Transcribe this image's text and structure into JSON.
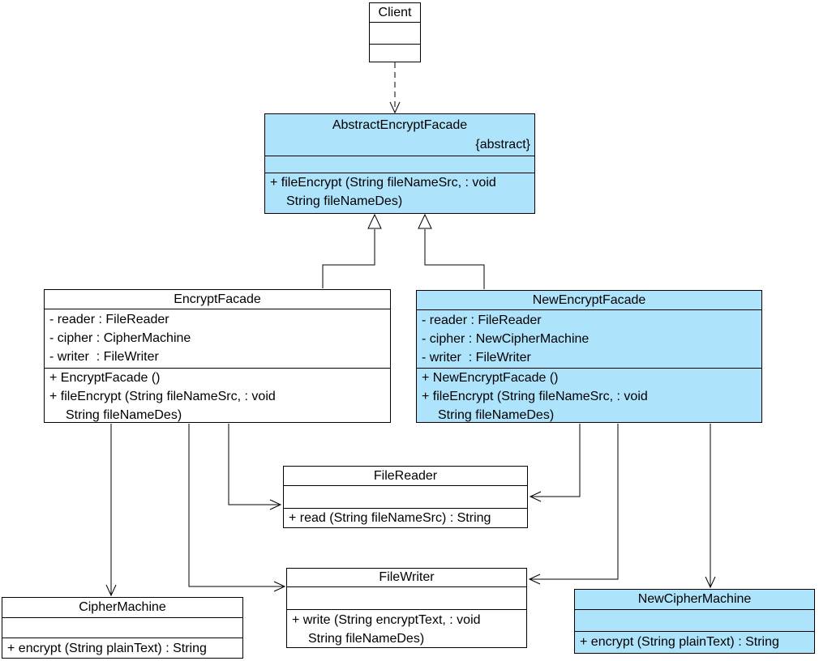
{
  "diagram": {
    "kind": "uml-class-diagram",
    "colors": {
      "class_fill_highlight": "#aee3fc",
      "class_fill_default": "#ffffff",
      "border": "#000000",
      "background": "#ffffff"
    }
  },
  "classes": {
    "client": {
      "name": "Client",
      "attributes": [],
      "methods": []
    },
    "abstractEncryptFacade": {
      "name": "AbstractEncryptFacade",
      "stereotype": "{abstract}",
      "attributes": [],
      "methods": [
        "+ fileEncrypt (String fileNameSrc, : void",
        "String fileNameDes)"
      ]
    },
    "encryptFacade": {
      "name": "EncryptFacade",
      "attributes": [
        "- reader : FileReader",
        "- cipher : CipherMachine",
        "- writer  : FileWriter"
      ],
      "methods": [
        "+ EncryptFacade ()",
        "+ fileEncrypt (String fileNameSrc, : void",
        "String fileNameDes)"
      ]
    },
    "newEncryptFacade": {
      "name": "NewEncryptFacade",
      "attributes": [
        "- reader : FileReader",
        "- cipher : NewCipherMachine",
        "- writer  : FileWriter"
      ],
      "methods": [
        "+ NewEncryptFacade ()",
        "+ fileEncrypt (String fileNameSrc, : void",
        "String fileNameDes)"
      ]
    },
    "fileReader": {
      "name": "FileReader",
      "attributes": [],
      "methods": [
        "+ read (String fileNameSrc) : String"
      ]
    },
    "fileWriter": {
      "name": "FileWriter",
      "attributes": [],
      "methods": [
        "+ write (String encryptText, : void",
        "String fileNameDes)"
      ]
    },
    "cipherMachine": {
      "name": "CipherMachine",
      "attributes": [],
      "methods": [
        "+ encrypt (String plainText) : String"
      ]
    },
    "newCipherMachine": {
      "name": "NewCipherMachine",
      "attributes": [],
      "methods": [
        "+ encrypt (String plainText) : String"
      ]
    }
  },
  "relationships": [
    {
      "from": "Client",
      "to": "AbstractEncryptFacade",
      "type": "dependency-dashed-arrow"
    },
    {
      "from": "EncryptFacade",
      "to": "AbstractEncryptFacade",
      "type": "generalization"
    },
    {
      "from": "NewEncryptFacade",
      "to": "AbstractEncryptFacade",
      "type": "generalization"
    },
    {
      "from": "EncryptFacade",
      "to": "CipherMachine",
      "type": "directed-association"
    },
    {
      "from": "EncryptFacade",
      "to": "FileWriter",
      "type": "directed-association"
    },
    {
      "from": "EncryptFacade",
      "to": "FileReader",
      "type": "directed-association"
    },
    {
      "from": "NewEncryptFacade",
      "to": "FileReader",
      "type": "directed-association"
    },
    {
      "from": "NewEncryptFacade",
      "to": "FileWriter",
      "type": "directed-association"
    },
    {
      "from": "NewEncryptFacade",
      "to": "NewCipherMachine",
      "type": "directed-association"
    }
  ]
}
